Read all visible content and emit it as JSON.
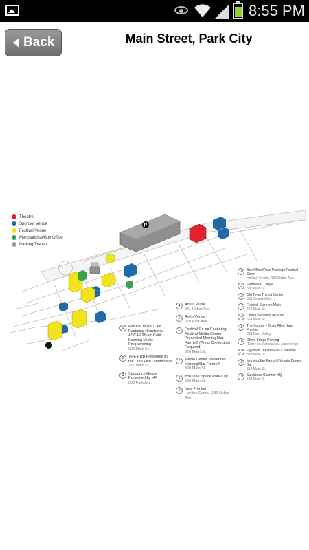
{
  "status_bar": {
    "time": "8:55 PM"
  },
  "header": {
    "back_label": "Back",
    "title": "Main Street, Park City"
  },
  "map": {
    "legend": [
      {
        "label": "Theatre",
        "color": "#e3232b"
      },
      {
        "label": "Sponsor Venue",
        "color": "#1f6aa8"
      },
      {
        "label": "Festival Venue",
        "color": "#f2e31c"
      },
      {
        "label": "Merchandise/Box Office",
        "color": "#39a24a"
      },
      {
        "label": "Parking/Transit",
        "color": "#9b9b9b"
      }
    ],
    "parking_marker": "P",
    "venues_left": [
      {
        "num": "1",
        "name": "Festival Music Café Featuring: Sundance ASCAP Music Café Evening Music Programming",
        "addr": "625 Main St."
      },
      {
        "num": "2",
        "name": "THE HUB Presented by the Utah Film Commission",
        "addr": "217 Main St."
      },
      {
        "num": "3",
        "name": "Sundance House Presented by HP",
        "addr": "638 Park Ave."
      }
    ],
    "venues_mid": [
      {
        "num": "4",
        "name": "Acura Pulse",
        "addr": "201 Heber Ave."
      },
      {
        "num": "5",
        "name": "AnthoVenue",
        "addr": "628 Park Ave."
      },
      {
        "num": "6",
        "name": "Festival Co-op Featuring: Festival Media Center Presented MorningStar Farms® (Press Credentials Required)",
        "addr": "820 Main St."
      },
      {
        "num": "7",
        "name": "Media Center Presented MorningStar Farms®",
        "addr": "820 Main St."
      },
      {
        "num": "8",
        "name": "YouTube Space Park City",
        "addr": "550 Main St."
      },
      {
        "num": "9",
        "name": "New Frontier",
        "addr": "Holiday Center, 136 Heber Ave."
      }
    ],
    "venues_right": [
      {
        "num": "10",
        "name": "Box Office/Pass Package Festival Store",
        "addr": "Holiday Center, 136 Heber Ave."
      },
      {
        "num": "11",
        "name": "Filmmaker Lodge",
        "addr": "580 Main St."
      },
      {
        "num": "12",
        "name": "Old Town Transit Center",
        "addr": "558 Swede Alley"
      },
      {
        "num": "13",
        "name": "Festival Store on Main",
        "addr": "424 Main St."
      },
      {
        "num": "14",
        "name": "Chase Sapphire on Main",
        "addr": "528 Main St."
      },
      {
        "num": "15",
        "name": "The Source – Doug Allen New Frontier",
        "addr": "300 Deer Valley"
      },
      {
        "num": "16",
        "name": "China Bridge Parking",
        "addr": "(Enter on Marsac Ave., cash only)"
      },
      {
        "num": "17",
        "name": "Egyptian Theatre/Elks Collective",
        "addr": "328 Main St."
      },
      {
        "num": "18",
        "name": "MorningStar Farms® Veggie Burger Bar",
        "addr": "312 Main St."
      },
      {
        "num": "19",
        "name": "Sundance Channel HQ",
        "addr": "750 Main St."
      }
    ]
  }
}
